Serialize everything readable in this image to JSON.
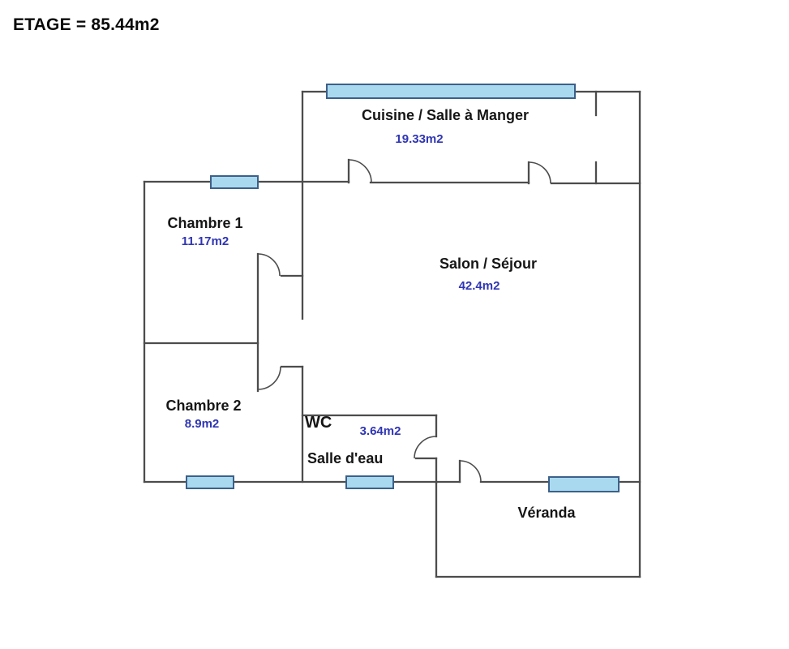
{
  "page": {
    "title": "ETAGE = 85.44m2"
  },
  "colors": {
    "wall": "#4c4c4c",
    "door_arc": "#4c4c4c",
    "window_fill": "#a9d9ee",
    "window_border": "#3d6089",
    "room_label": "#161616",
    "area_label": "#2f35b3",
    "background": "#ffffff"
  },
  "rooms": {
    "cuisine": {
      "label": "Cuisine / Salle à Manger",
      "area": "19.33m2"
    },
    "chambre1": {
      "label": "Chambre 1",
      "area": "11.17m2"
    },
    "salon": {
      "label": "Salon / Séjour",
      "area": "42.4m2"
    },
    "chambre2": {
      "label": "Chambre 2",
      "area": "8.9m2"
    },
    "wc": {
      "label": "WC",
      "area": "3.64m2"
    },
    "salle_deau": {
      "label": "Salle d'eau"
    },
    "veranda": {
      "label": "Véranda"
    }
  }
}
